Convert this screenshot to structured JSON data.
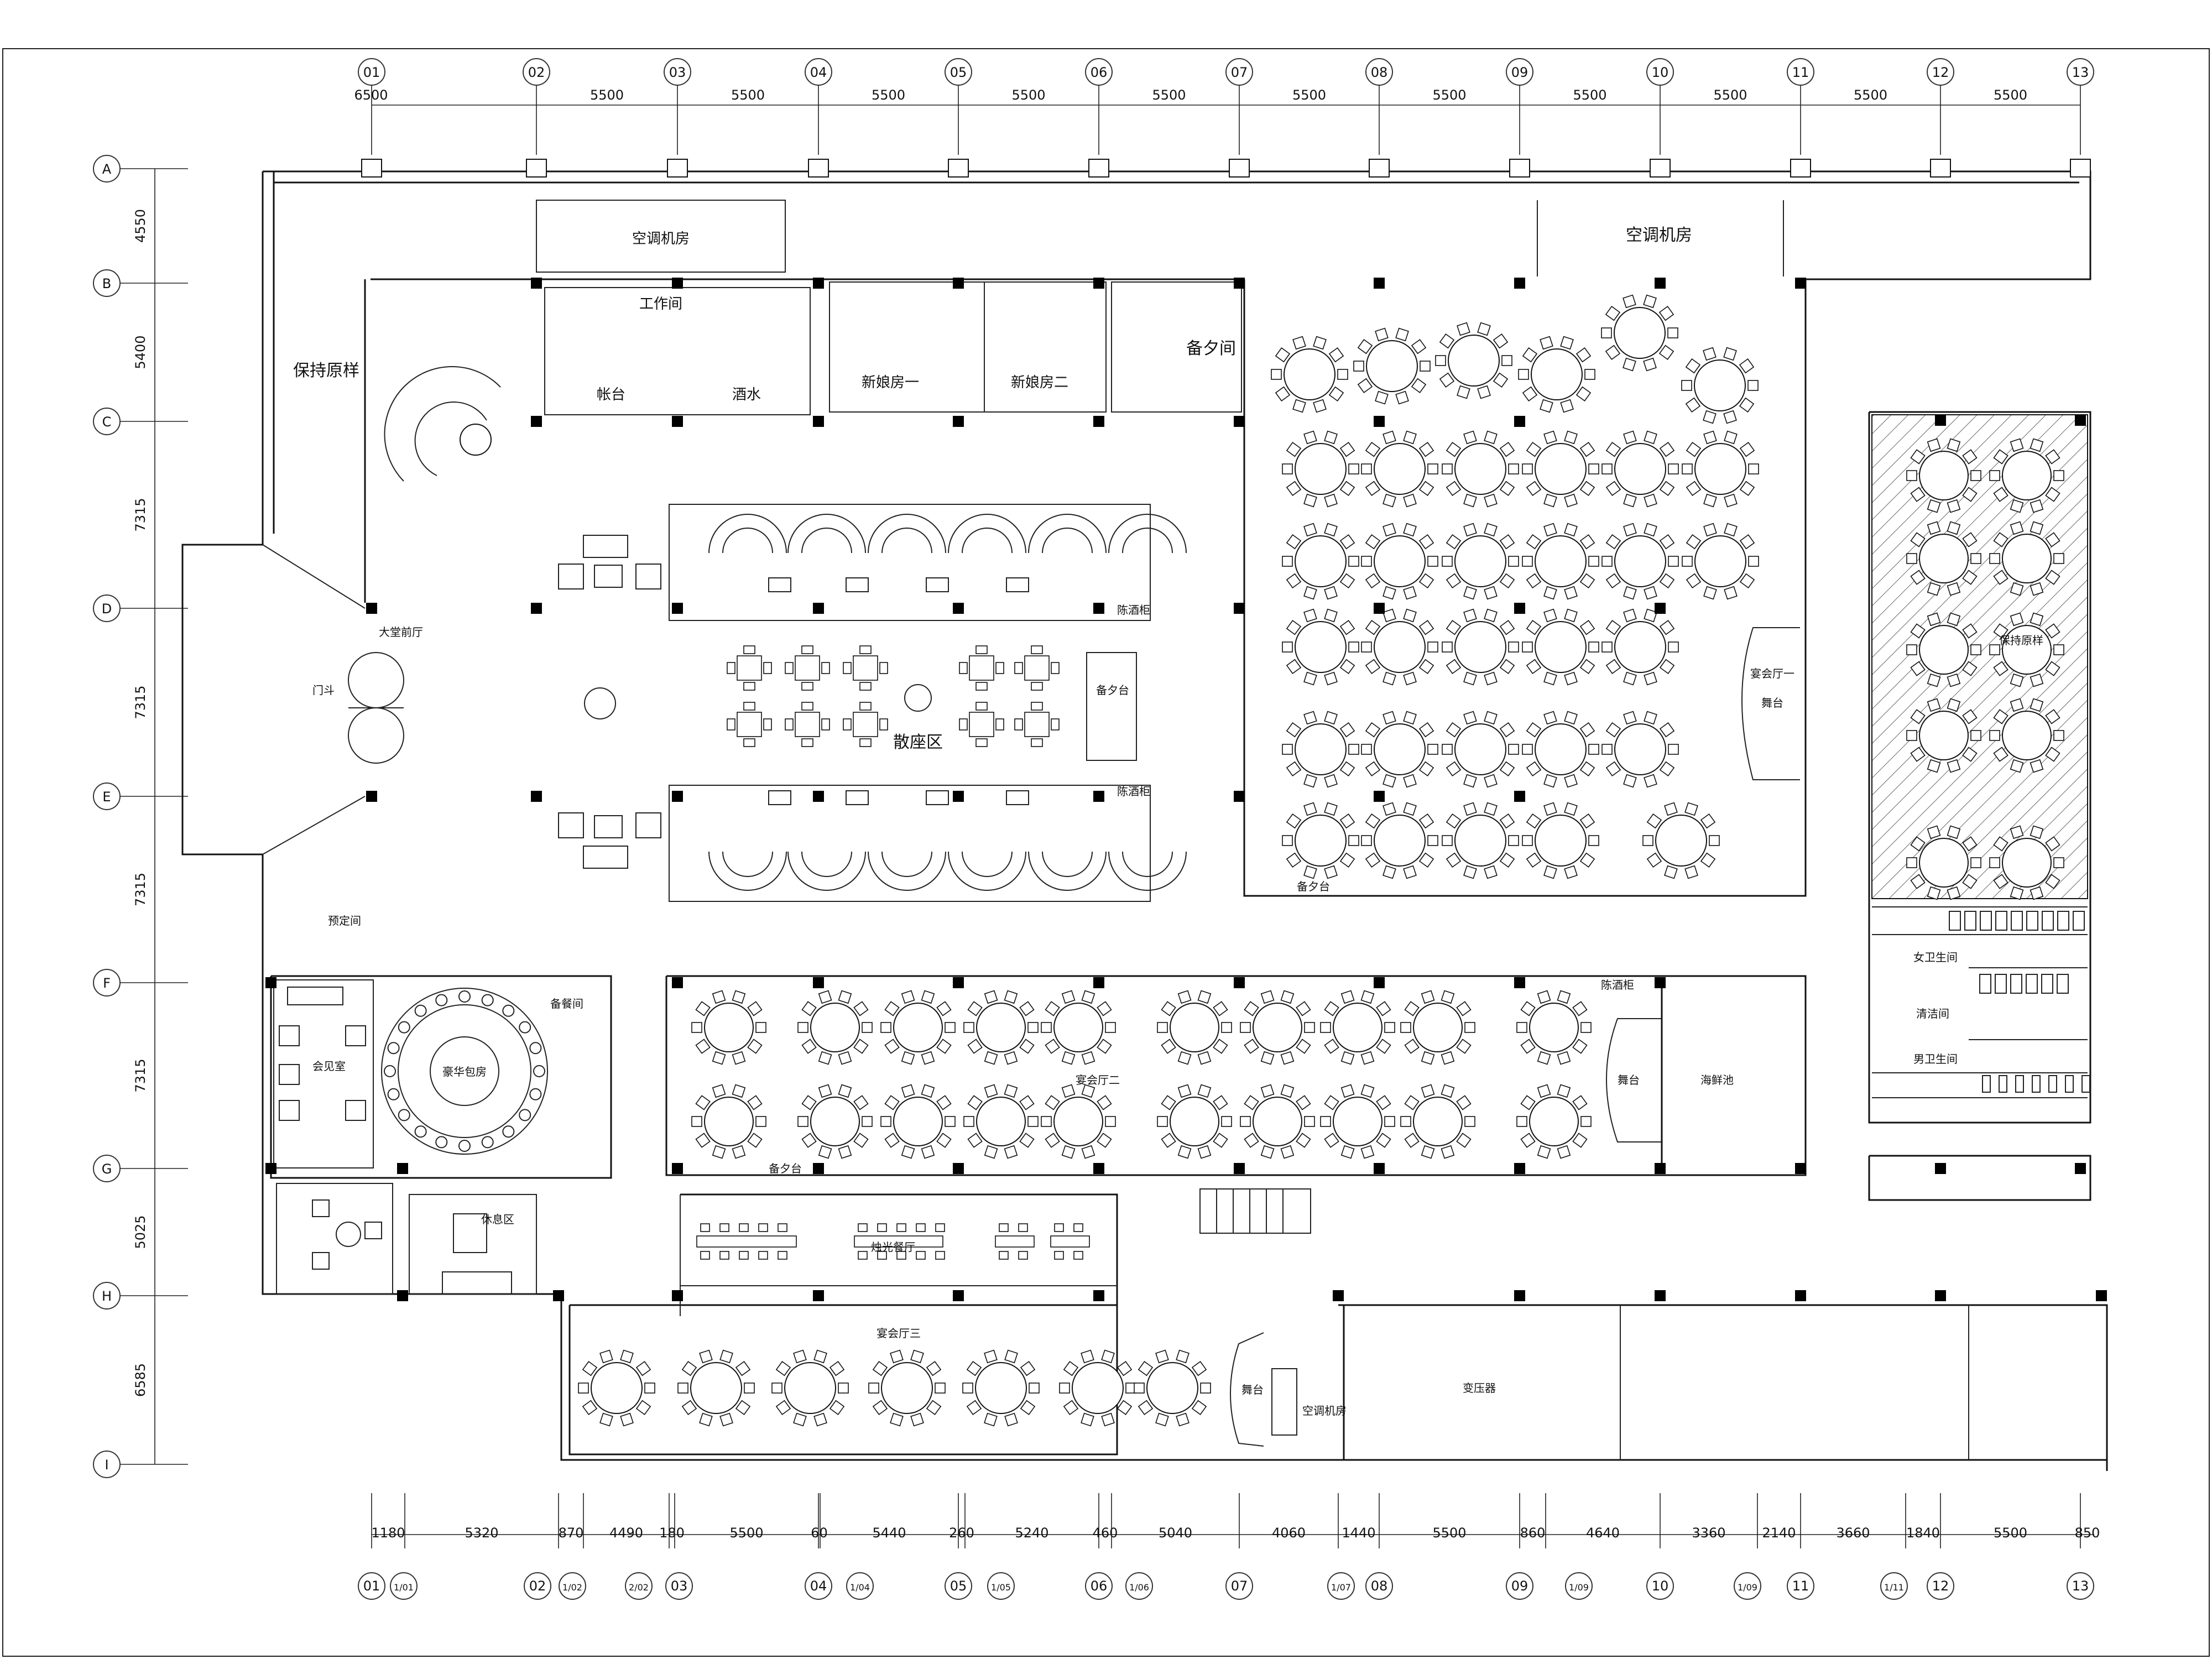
{
  "grid_columns": [
    "01",
    "02",
    "03",
    "04",
    "05",
    "06",
    "07",
    "08",
    "09",
    "10",
    "11",
    "12",
    "13"
  ],
  "grid_rows": [
    "A",
    "B",
    "C",
    "D",
    "E",
    "F",
    "G",
    "H",
    "I"
  ],
  "top_dimensions": [
    "6500",
    "5500",
    "5500",
    "5500",
    "5500",
    "5500",
    "5500",
    "5500",
    "5500",
    "5500",
    "5500",
    "5500"
  ],
  "left_dimensions": [
    "4550",
    "5400",
    "7315",
    "7315",
    "7315",
    "7315",
    "5025",
    "6585"
  ],
  "bottom_dimensions": [
    "1180",
    "5320",
    "870",
    "4490",
    "180",
    "5500",
    "60",
    "5440",
    "260",
    "5240",
    "460",
    "5040",
    "4060",
    "1440",
    "5500",
    "860",
    "4640",
    "3360",
    "2140",
    "3660",
    "1840",
    "5500",
    "850"
  ],
  "bottom_axis_labels": [
    "01",
    "1/01",
    "02",
    "1/02",
    "2/02",
    "03",
    "04",
    "1/04",
    "05",
    "1/05",
    "06",
    "1/06",
    "07",
    "1/07",
    "08",
    "09",
    "1/09",
    "10",
    "1/09",
    "11",
    "1/11",
    "12",
    "13"
  ],
  "rooms": {
    "ac_room_1": "空调机房",
    "ac_room_2": "空调机房",
    "keep_original": "保持原样",
    "work_room": "工作间",
    "cashier": "帐台",
    "wine": "酒水",
    "bride_room_1": "新娘房一",
    "bride_room_2": "新娘房二",
    "pantry": "备夕间",
    "lobby": "大堂前厅",
    "vestibule": "门斗",
    "seating_area": "散座区",
    "banquet_1": "宴会厅一",
    "stage_1": "舞台",
    "keep_original_2": "保持原样",
    "reservation": "预定间",
    "meeting_room": "会见室",
    "luxury_room": "豪华包房",
    "serving_room": "备餐间",
    "banquet_2": "宴会厅二",
    "stage_2": "舞台",
    "seafood": "海鲜池",
    "female_wc": "女卫生间",
    "cleaning": "清洁间",
    "male_wc": "男卫生间",
    "rest_area": "休息区",
    "candle_dining": "烛光餐厅",
    "banquet_3": "宴会厅三",
    "stage_3": "舞台",
    "ac_room_3": "空调机房",
    "transformer": "变压器"
  },
  "small_labels": {
    "sideboard": "备夕台",
    "liquor_cabinet": "陈酒柜"
  }
}
